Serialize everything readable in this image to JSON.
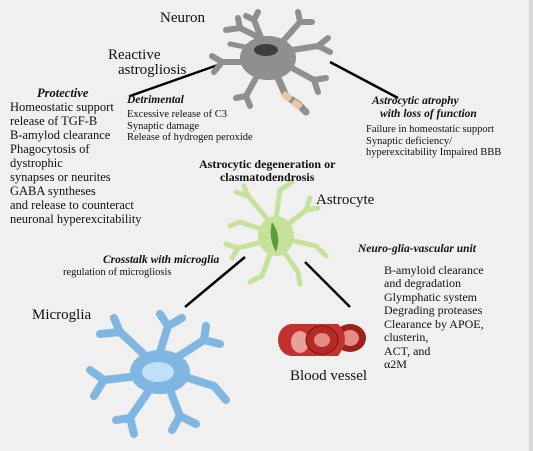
{
  "labels": {
    "neuron": "Neuron",
    "reactive": [
      "Reactive",
      "astrogliosis"
    ],
    "astrocyte": "Astrocyte",
    "microglia": "Microglia",
    "blood_vessel": "Blood vessel",
    "degeneration": [
      "Astrocytic degeneration or",
      "clasmatodendrosis"
    ]
  },
  "protective": {
    "title": "Protective",
    "lines": [
      "Homeostatic support",
      "release of TGF-B",
      "B-amylod clearance",
      "Phagocytosis of",
      "dystrophic",
      "synapses or neurites",
      "GABA syntheses",
      "and release to counteract",
      "neuronal hyperexcitability"
    ]
  },
  "detrimental": {
    "title": "Detrimental",
    "lines": [
      "Excessive release of C3",
      "Synaptic damage",
      "Release of hydrogen peroxide"
    ]
  },
  "atrophy": {
    "title": [
      "Astrocytic atrophy",
      "with loss of function"
    ],
    "lines": [
      "Failure in homeostatic support",
      "Synaptic deficiency/",
      "hyperexcitability Impaired BBB"
    ]
  },
  "crosstalk": {
    "title": "Crosstalk with microglia",
    "lines": [
      "regulation of microgliosis"
    ]
  },
  "nvu": {
    "title": "Neuro-glia-vascular unit",
    "lines": [
      "B-amyloid clearance",
      "and degradation",
      "Glymphatic system",
      "Degrading proteases",
      "Clearance by APOE,",
      "clusterin,",
      "ACT, and",
      "α2M"
    ]
  },
  "colors": {
    "neuron": "#8f8f8f",
    "neuron_nucleus": "#3d3d3d",
    "astrocyte": "#c5e29a",
    "microglia": "#7fb6e2",
    "vessel": "#c4322e"
  }
}
